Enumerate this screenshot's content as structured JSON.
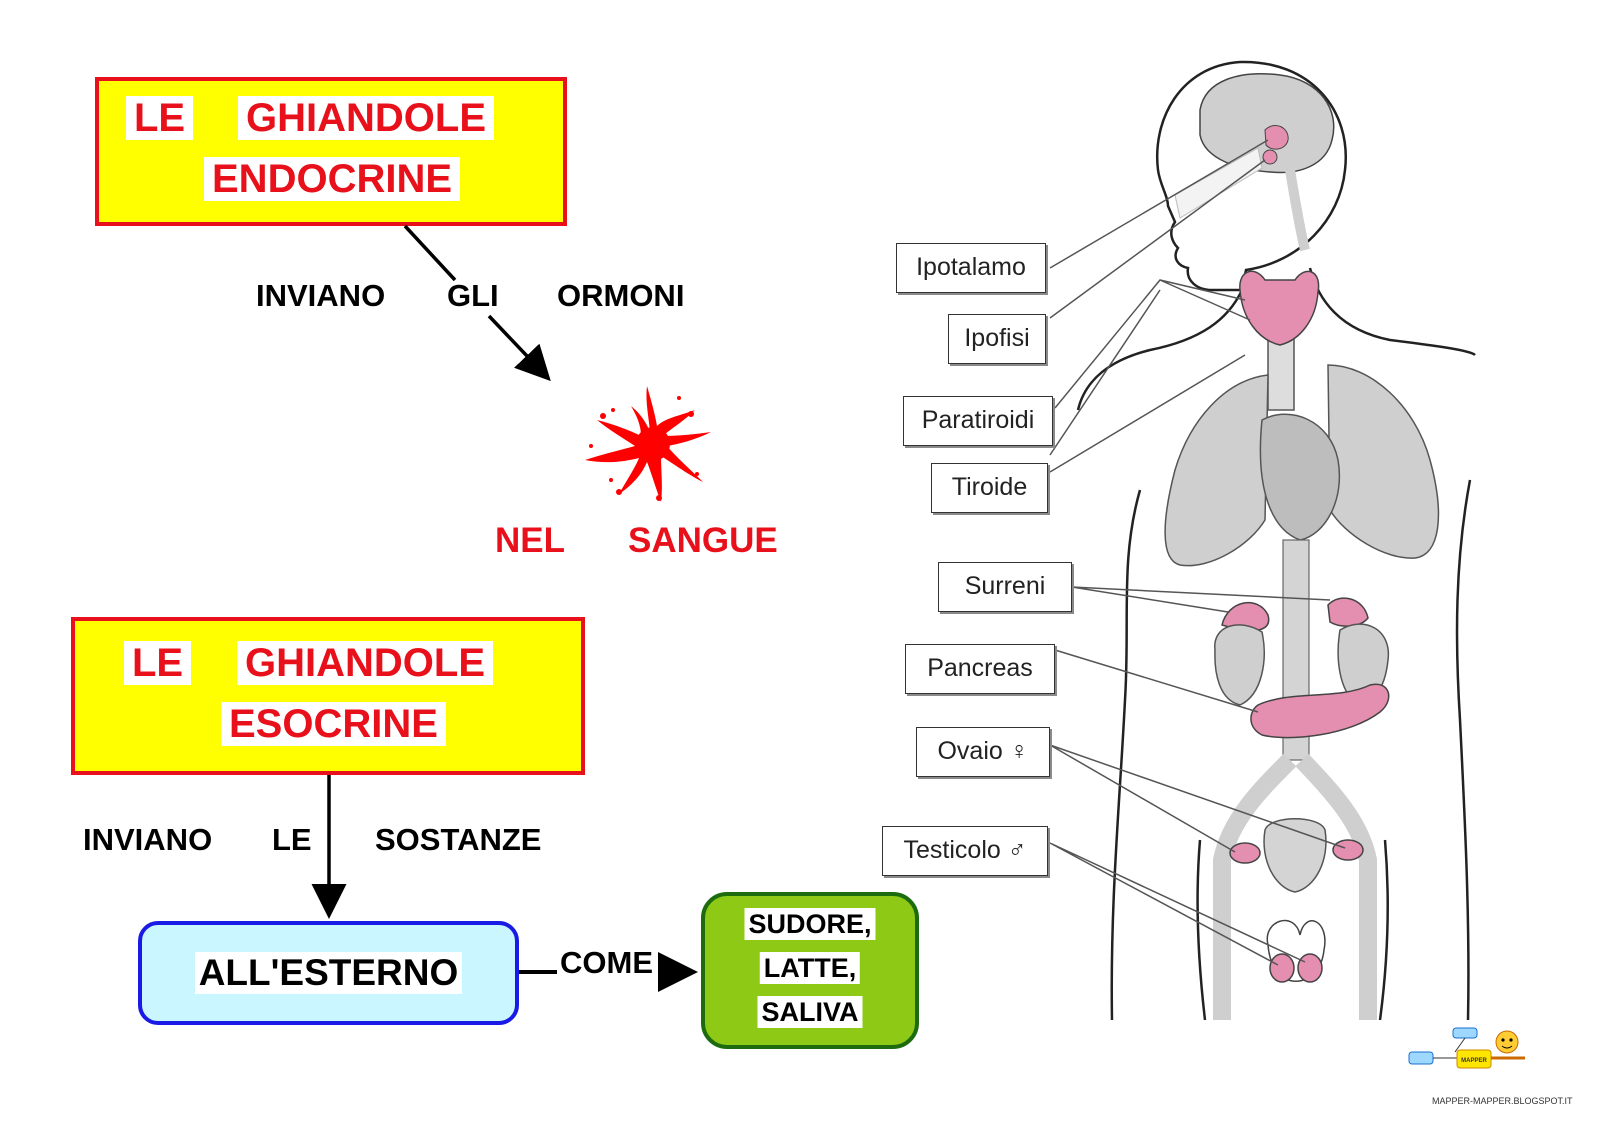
{
  "endocrine": {
    "title_le": "LE",
    "title_ghiandole": "GHIANDOLE",
    "title_type": "ENDOCRINE",
    "link_inviano": "INVIANO",
    "link_gli": "GLI",
    "link_ormoni": "ORMONI",
    "dest_nel": "NEL",
    "dest_sangue": "SANGUE"
  },
  "exocrine": {
    "title_le": "LE",
    "title_ghiandole": "GHIANDOLE",
    "title_type": "ESOCRINE",
    "link_inviano": "INVIANO",
    "link_le": "LE",
    "link_sostanze": "SOSTANZE",
    "dest": "ALL'ESTERNO",
    "link_come": "COME",
    "examples": [
      "SUDORE,",
      "LATTE,",
      "SALIVA"
    ]
  },
  "anatomy_labels": {
    "ipotalamo": "Ipotalamo",
    "ipofisi": "Ipofisi",
    "paratiroidi": "Paratiroidi",
    "tiroide": "Tiroide",
    "surreni": "Surreni",
    "pancreas": "Pancreas",
    "ovaio": "Ovaio ♀",
    "testicolo": "Testicolo ♂"
  },
  "logo": {
    "badge": "MAPPER",
    "caption": "MAPPER-MAPPER.BLOGSPOT.IT"
  },
  "colors": {
    "title_fill": "#ffff00",
    "title_border": "#e8101a",
    "title_text": "#e8101a",
    "esterno_fill": "#c9f6ff",
    "esterno_border": "#1a1ae6",
    "examples_fill": "#8ec915",
    "examples_border": "#1d6b0f",
    "blood": "#ff0000",
    "organ_pink": "#e58fb0",
    "body_gray": "#cfcfcf"
  }
}
